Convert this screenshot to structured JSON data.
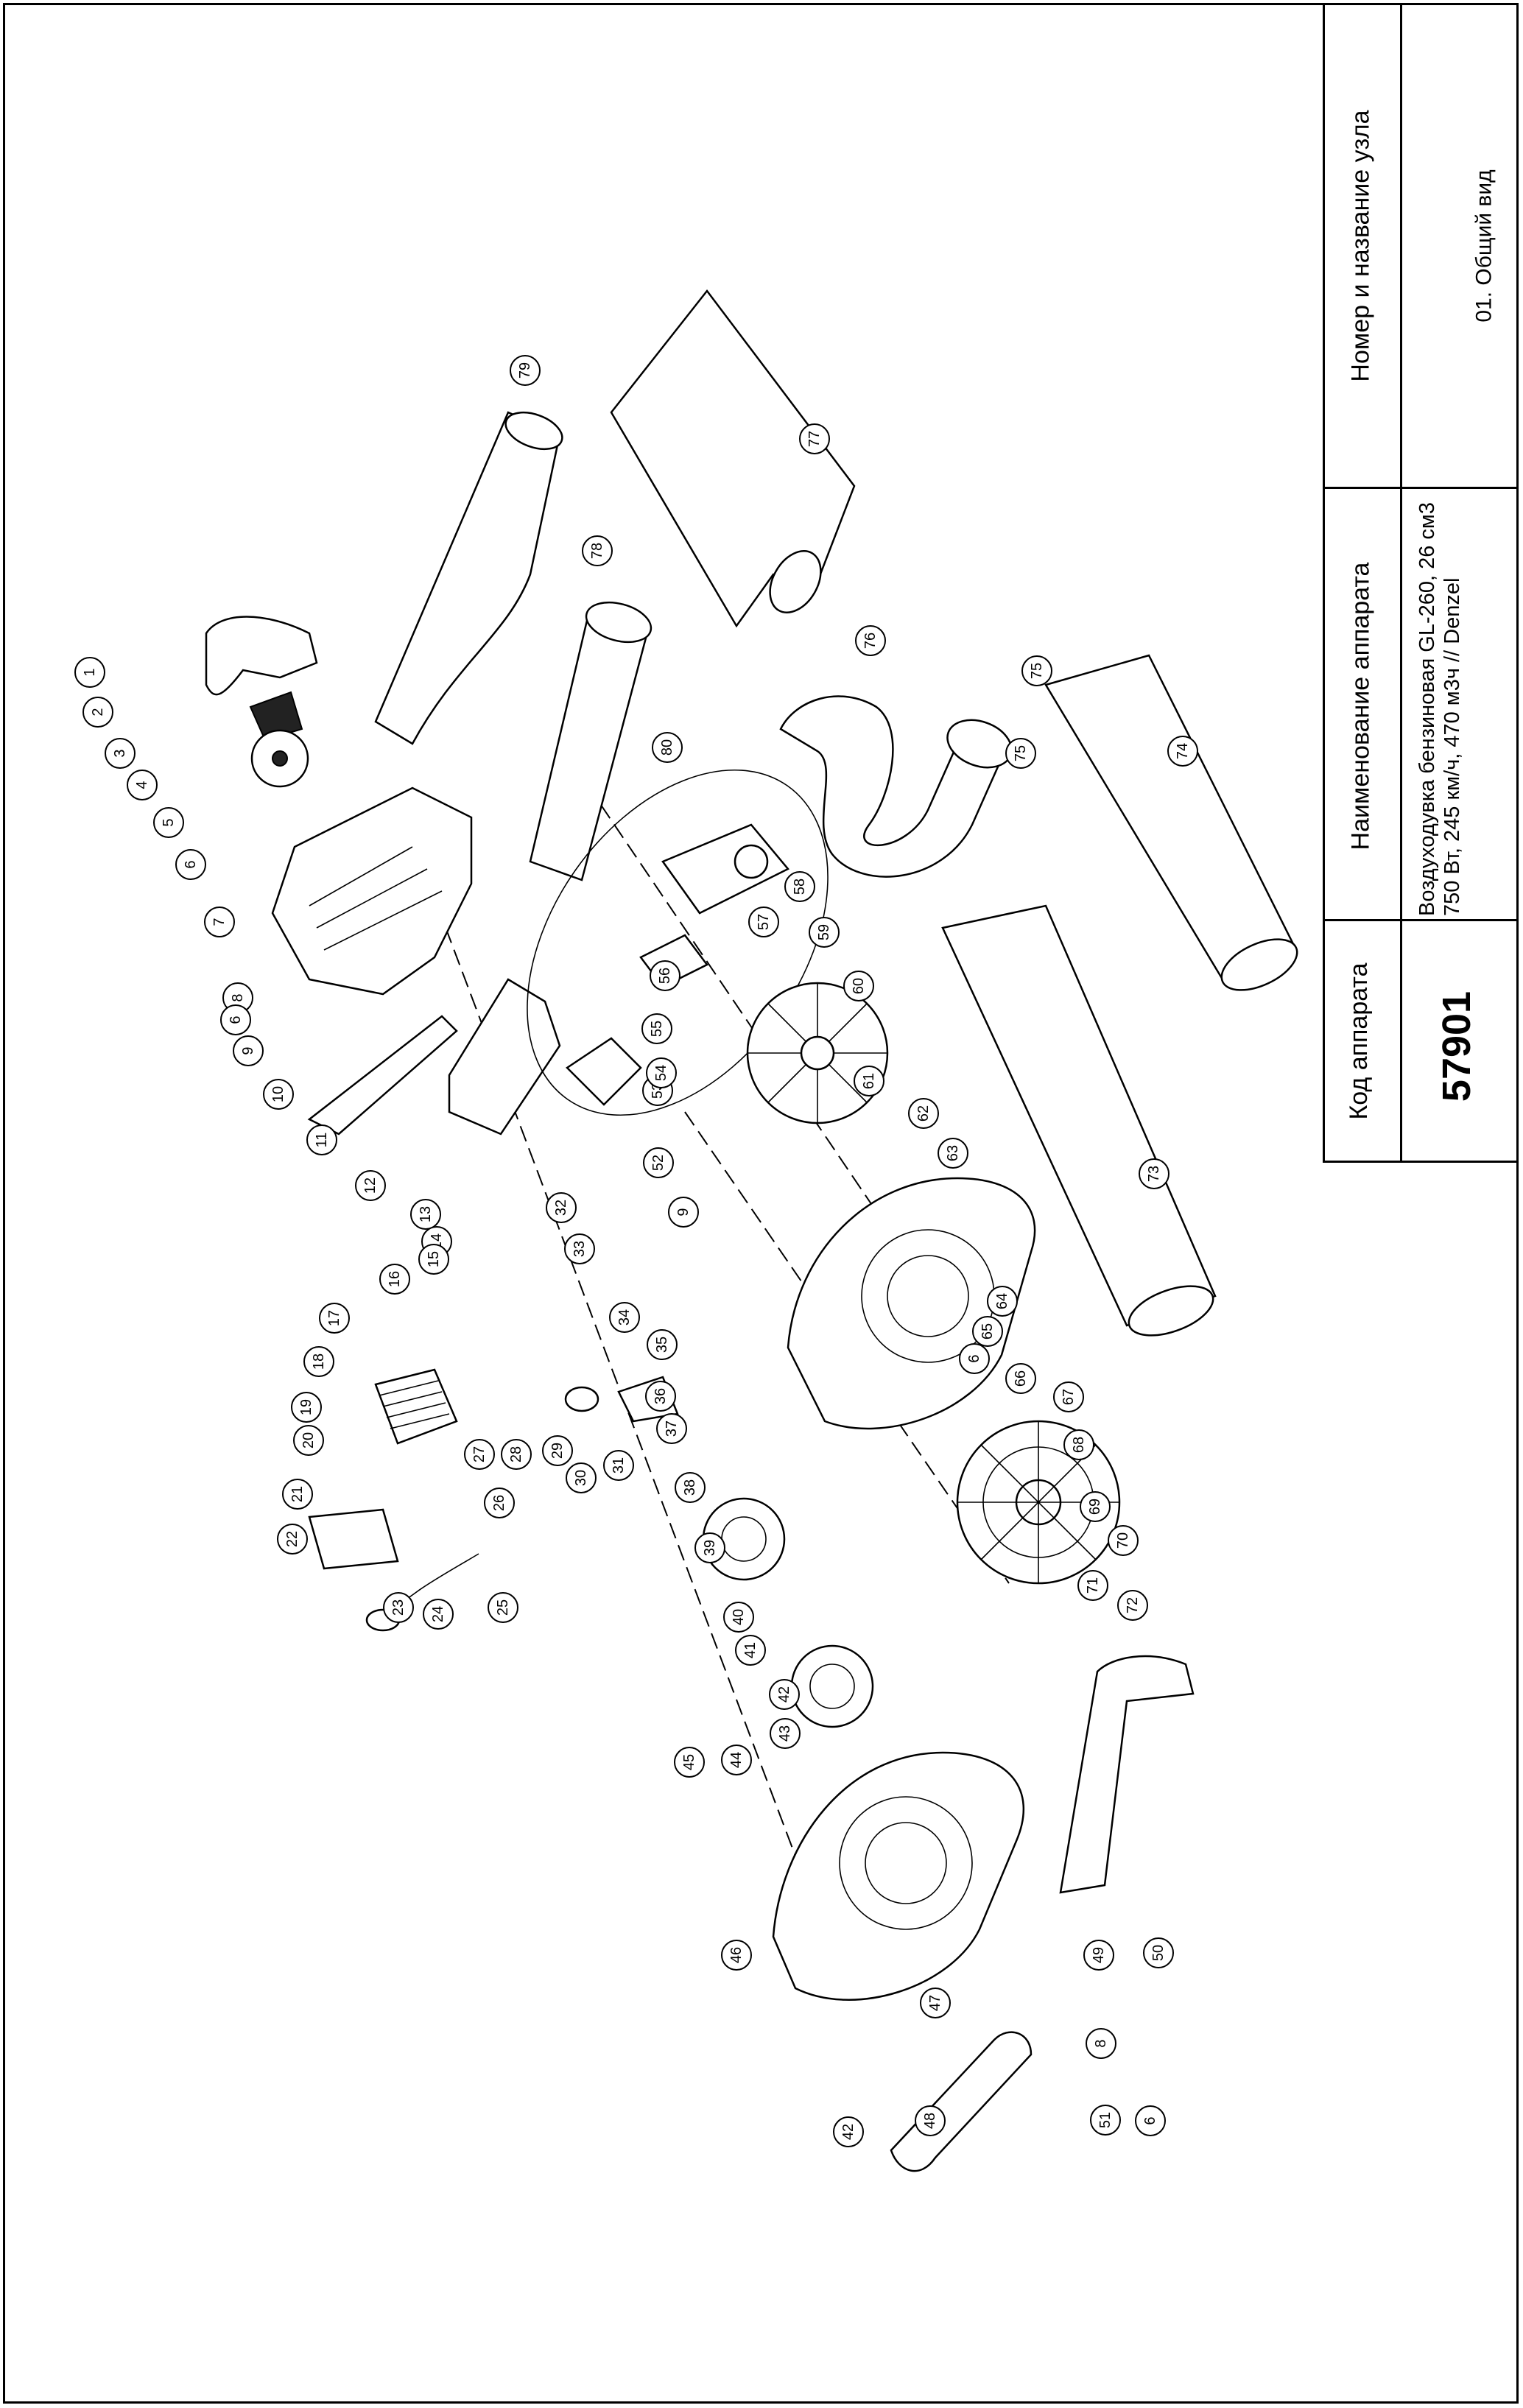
{
  "title_block": {
    "col_code": {
      "header": "Код аппарата",
      "value": "57901"
    },
    "col_name": {
      "header": "Наименование аппарата",
      "value": "Воздуходувка бензиновая GL-260, 26 см3 750 Вт, 245 км/ч, 470 м3ч // Denzel"
    },
    "col_unit": {
      "header": "Номер и название узла",
      "value": "01. Общий вид"
    }
  },
  "callouts": [
    "1",
    "2",
    "3",
    "4",
    "5",
    "6",
    "7",
    "8",
    "6",
    "9",
    "10",
    "11",
    "12",
    "13",
    "14",
    "15",
    "16",
    "17",
    "18",
    "19",
    "20",
    "21",
    "22",
    "23",
    "24",
    "25",
    "26",
    "27",
    "28",
    "29",
    "30",
    "31",
    "32",
    "33",
    "34",
    "35",
    "36",
    "37",
    "38",
    "39",
    "40",
    "41",
    "42",
    "43",
    "44",
    "45",
    "46",
    "47",
    "42",
    "48",
    "49",
    "50",
    "51",
    "6",
    "8",
    "9",
    "52",
    "53",
    "54",
    "55",
    "56",
    "57",
    "58",
    "59",
    "60",
    "61",
    "62",
    "63",
    "64",
    "65",
    "6",
    "66",
    "67",
    "68",
    "69",
    "70",
    "71",
    "72",
    "73",
    "74",
    "75",
    "75",
    "76",
    "77",
    "78",
    "79",
    "80"
  ]
}
